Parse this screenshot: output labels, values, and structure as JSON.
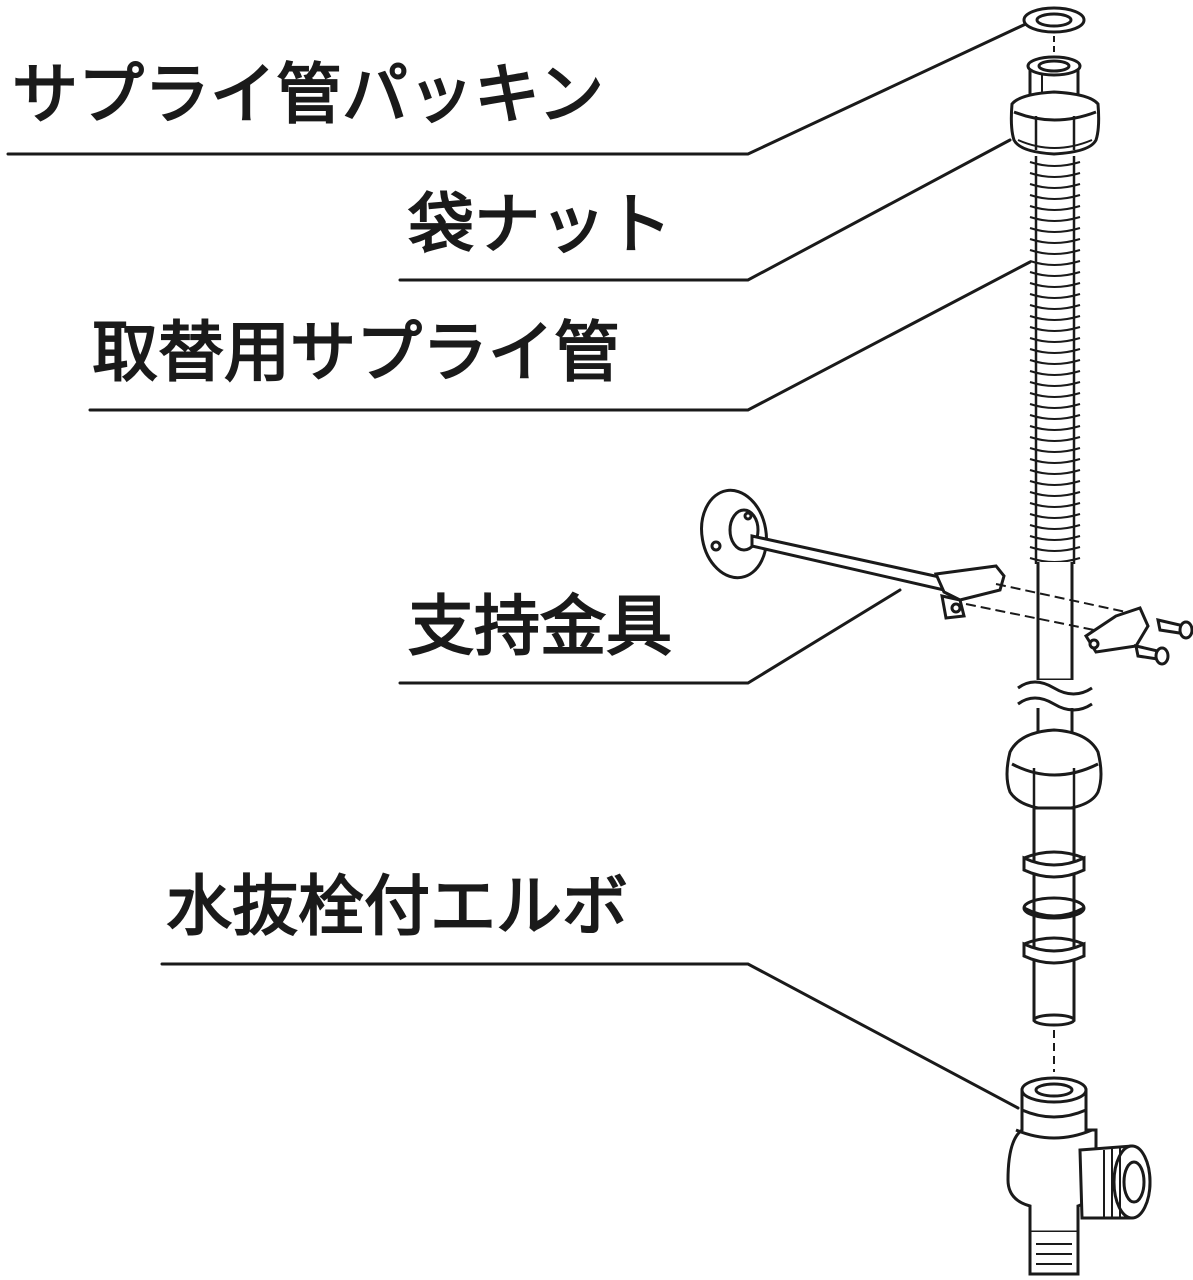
{
  "labels": {
    "supply_pipe_packing": "サプライ管パッキン",
    "cap_nut": "袋ナット",
    "replacement_supply_pipe": "取替用サプライ管",
    "support_bracket": "支持金具",
    "drain_valve_elbow": "水抜栓付エルボ"
  },
  "colors": {
    "line": "#1a1a1a",
    "fill": "#ffffff",
    "shade": "#d9d9d9"
  }
}
